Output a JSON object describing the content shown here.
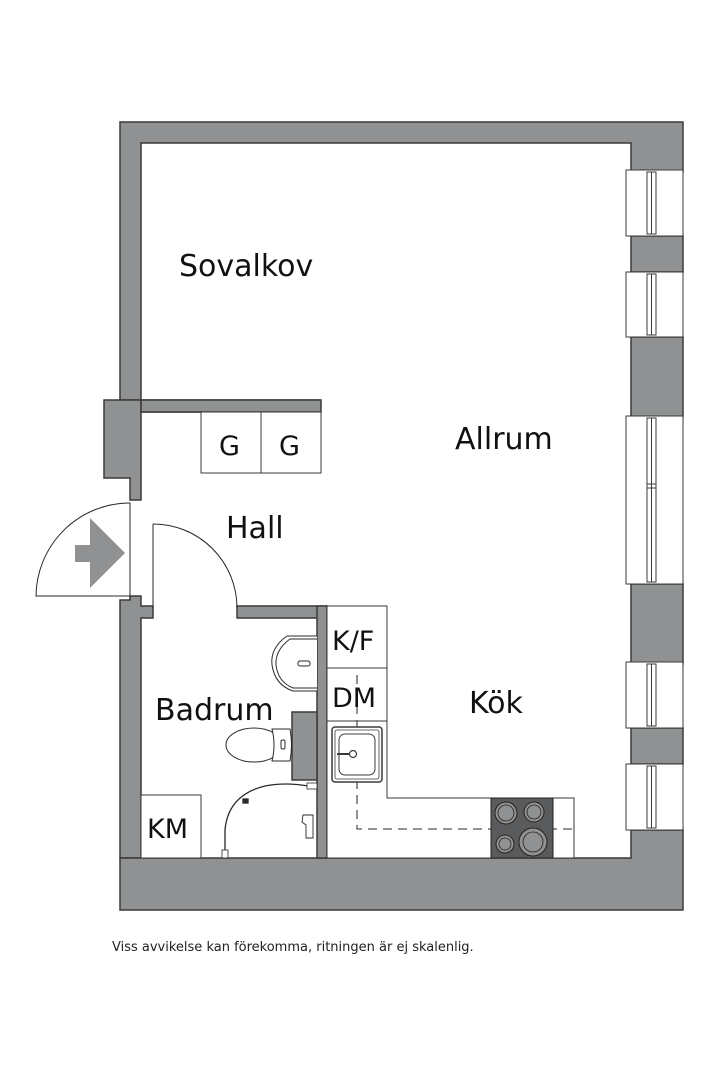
{
  "plan": {
    "colors": {
      "wall": "#8f9192",
      "wall_stroke": "#3a3a3a",
      "background": "#ffffff",
      "line": "#2a2a2a",
      "stove": "#5a5b5c",
      "burner": "#8f9192"
    },
    "rooms": [
      {
        "id": "sovalkov",
        "label": "Sovalkov"
      },
      {
        "id": "allrum",
        "label": "Allrum"
      },
      {
        "id": "hall",
        "label": "Hall"
      },
      {
        "id": "badrum",
        "label": "Badrum"
      },
      {
        "id": "kok",
        "label": "Kök"
      }
    ],
    "fixtures": [
      {
        "id": "wardrobe-1",
        "label": "G"
      },
      {
        "id": "wardrobe-2",
        "label": "G"
      },
      {
        "id": "fridge-freezer",
        "label": "K/F"
      },
      {
        "id": "dishwasher",
        "label": "DM"
      },
      {
        "id": "washing-machine",
        "label": "KM"
      }
    ],
    "icons": [
      "entrance-arrow-icon",
      "sink-icon",
      "toilet-icon",
      "shower-icon",
      "kitchen-sink-icon",
      "stove-icon",
      "window-icon"
    ]
  },
  "footer": {
    "disclaimer": "Viss avvikelse kan förekomma, ritningen är ej skalenlig."
  }
}
